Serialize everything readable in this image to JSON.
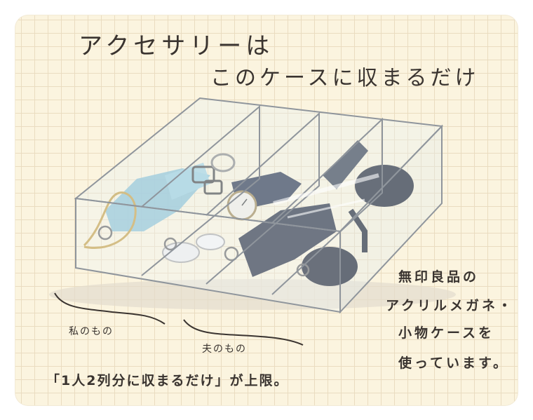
{
  "title": {
    "line1": "アクセサリーは",
    "line2": "このケースに収まるだけ"
  },
  "notes": {
    "line1": "無印良品の",
    "line2": "アクリルメガネ・",
    "line3": "小物ケースを",
    "line4": "使っています。"
  },
  "labels": {
    "mine": "私のもの",
    "husband": "夫のもの"
  },
  "caption": "「1人2列分に収まるだけ」が上限。",
  "colors": {
    "paper": "#fbf4df",
    "grid": "#eadcc0",
    "ink": "#3a3430",
    "case_edge": "#8f959c",
    "mask": "#79b7cf",
    "dark_item": "#2c3346"
  }
}
